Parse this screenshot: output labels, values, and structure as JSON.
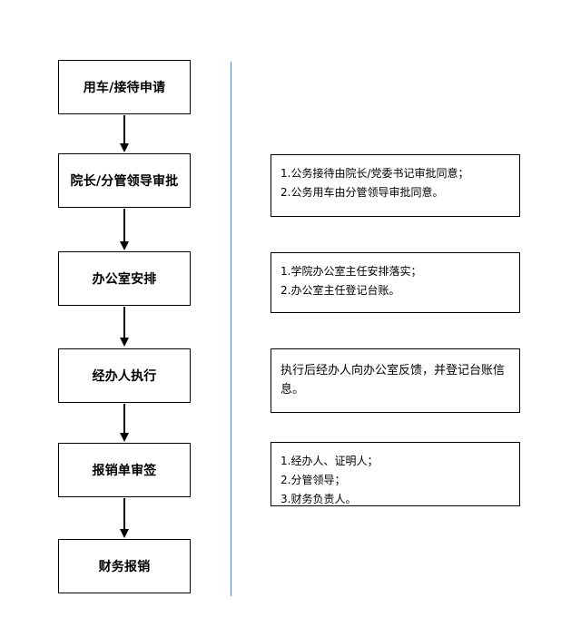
{
  "steps": [
    "用车/接待申请",
    "院长/分管领导审批",
    "办公室安排",
    "经办人执行",
    "报销单审签",
    "财务报销"
  ],
  "notes": [
    {
      "lines": [
        "1.公务接待由院长/党委书记审批同意；",
        "2.公务用车由分管领导审批同意。"
      ]
    },
    {
      "lines": [
        "1.学院办公室主任安排落实；",
        "2.办公室主任登记台账。"
      ]
    },
    {
      "lines": [
        "执行后经办人向办公室反馈，并登记台账信息。"
      ]
    },
    {
      "lines": [
        "1.经办人、证明人；",
        "2.分管领导；",
        "3.财务负责人。"
      ]
    }
  ],
  "colors": {
    "box_border": "#000000",
    "arrow": "#000000",
    "divider": "#5b8fc7",
    "background": "#ffffff"
  }
}
